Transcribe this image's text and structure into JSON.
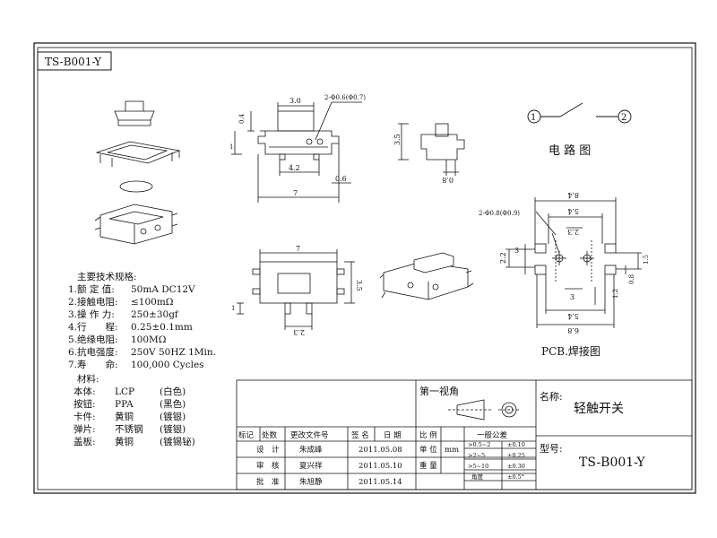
{
  "model_code": "TS-B001-Y",
  "dims": {
    "top_width": "3.0",
    "hole_note": "2-Φ0.6(Φ0.7)",
    "height_04": "0.4",
    "height_1": "1",
    "pin_pitch": "4.2",
    "pin_width": "0.6",
    "overall_width": "7",
    "side_height": "3.5",
    "side_depth": "0.8",
    "bottom_width": "7",
    "bottom_height": "3.5",
    "bottom_pin": "1",
    "bottom_pin_pitch": "2.3",
    "pcb_total_width": "8.4",
    "pcb_inner_width": "5.4",
    "pcb_hole_note": "2-Φ0.8(Φ0.9)",
    "pcb_hole_pitch_v": "2.2",
    "pcb_center": "2.3",
    "pcb_dim_3": "3",
    "pcb_dim_3b": "3",
    "pcb_dim_15": "1.5",
    "pcb_dim_08": "0.8",
    "pcb_dim_12": "1.2",
    "pcb_bottom_inner": "5.4",
    "pcb_bottom_total": "6.8"
  },
  "circuit": {
    "node1": "1",
    "node2": "2",
    "label": "电 路 图"
  },
  "pcb_title": "PCB.焊接图",
  "specs": {
    "heading": "主要技术规格:",
    "items": [
      {
        "label": "1.额 定 值:",
        "value": "50mA DC12V"
      },
      {
        "label": "2.接触电阻:",
        "value": "≤100mΩ"
      },
      {
        "label": "3.操 作 力:",
        "value": "250±30gf"
      },
      {
        "label": "4.行　　程:",
        "value": "0.25±0.1mm"
      },
      {
        "label": "5.绝缘电阻:",
        "value": "100MΩ"
      },
      {
        "label": "6.抗电强度:",
        "value": "250V 50HZ 1Min."
      },
      {
        "label": "7.寿　　命:",
        "value": "100,000 Cycles"
      }
    ],
    "materials_heading": "材料:",
    "materials": [
      {
        "part": "本体:",
        "material": "LCP",
        "finish": "(白色)"
      },
      {
        "part": "按钮:",
        "material": "PPA",
        "finish": "(黑色)"
      },
      {
        "part": "卡件:",
        "material": "黄铜",
        "finish": "(镀银)"
      },
      {
        "part": "弹片:",
        "material": "不锈钢",
        "finish": "(镀银)"
      },
      {
        "part": "盖板:",
        "material": "黄铜",
        "finish": "(镀锡铋)"
      }
    ]
  },
  "title_block": {
    "view_label": "第一视角",
    "name_label": "名称:",
    "name_value": "轻触开关",
    "model_label": "型号:",
    "model_value": "TS-B001-Y",
    "header": [
      "标记",
      "处数",
      "更改文件号",
      "签 名",
      "日 期"
    ],
    "scale_label": "比 例",
    "tolerance_label": "一般公差",
    "rows": [
      {
        "role": "设　计",
        "name": "朱成峰",
        "date": "2011.05.08"
      },
      {
        "role": "审　核",
        "name": "夏兴祥",
        "date": "2011.05.10"
      },
      {
        "role": "批　准",
        "name": "朱旭静",
        "date": "2011.05.14"
      }
    ],
    "unit_label": "单 位",
    "unit_value": "mm",
    "weight_label": "重 量",
    "tolerances": [
      {
        "range": ">0.5~2",
        "value": "±0.10"
      },
      {
        "range": ">2~5",
        "value": "±0.25"
      },
      {
        "range": ">5~10",
        "value": "±0.30"
      },
      {
        "range": "角度",
        "value": "±0.5°"
      }
    ]
  }
}
